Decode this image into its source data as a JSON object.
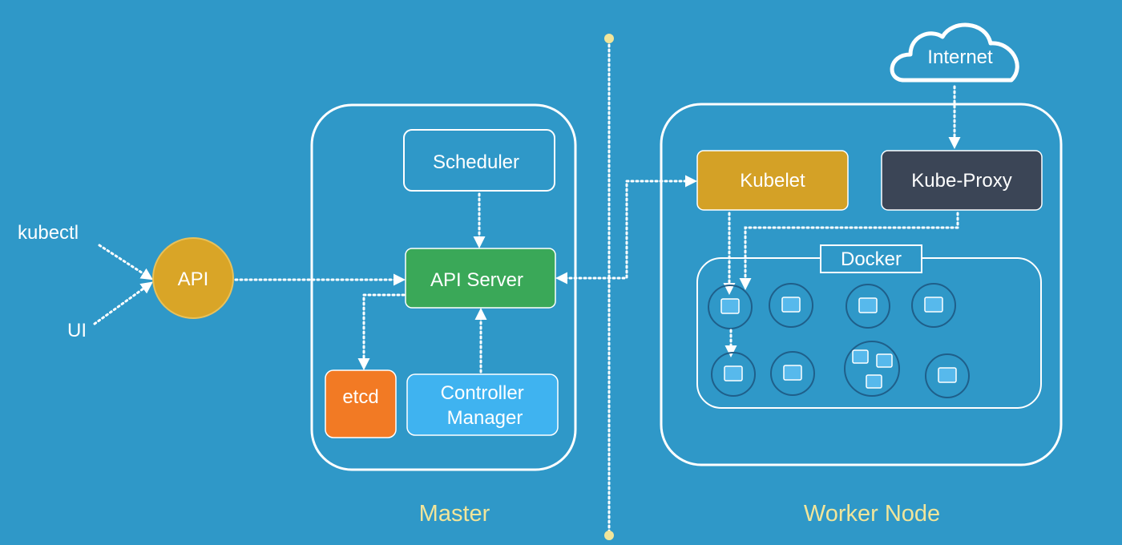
{
  "clients": {
    "kubectl": "kubectl",
    "ui": "UI"
  },
  "api_node": {
    "label": "API"
  },
  "master": {
    "section_label": "Master",
    "scheduler": "Scheduler",
    "api_server": "API Server",
    "etcd": "etcd",
    "controller_manager": [
      "Controller",
      "Manager"
    ]
  },
  "worker": {
    "section_label": "Worker Node",
    "kubelet": "Kubelet",
    "kube_proxy": "Kube-Proxy",
    "docker": "Docker",
    "internet": "Internet"
  },
  "colors": {
    "background": "#2f98c8",
    "api": "#d9a527",
    "api_server": "#3aa858",
    "etcd": "#f27a24",
    "controller_manager": "#3fb3f0",
    "kubelet": "#d4a126",
    "kube_proxy": "#3b4556",
    "section_label": "#f1e59a"
  },
  "pods": [
    {
      "containers": 1
    },
    {
      "containers": 1
    },
    {
      "containers": 1
    },
    {
      "containers": 1
    },
    {
      "containers": 1
    },
    {
      "containers": 1
    },
    {
      "containers": 3
    },
    {
      "containers": 1
    }
  ]
}
